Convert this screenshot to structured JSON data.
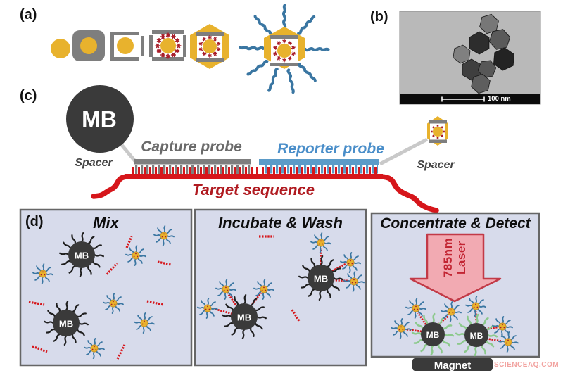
{
  "figure": {
    "panel_a_label": "(a)",
    "panel_b_label": "(b)",
    "panel_c_label": "(c)",
    "panel_d_label": "(d)"
  },
  "labels": {
    "mb": "MB",
    "spacer_left": "Spacer",
    "spacer_right": "Spacer",
    "capture_probe": "Capture probe",
    "reporter_probe": "Reporter probe",
    "target_sequence": "Target sequence",
    "scale_bar": "100 nm",
    "magnet": "Magnet"
  },
  "steps": [
    {
      "title": "Mix"
    },
    {
      "title": "Incubate & Wash"
    },
    {
      "title": "Concentrate & Detect"
    }
  ],
  "laser": {
    "line1": "785nm",
    "line2": "Laser"
  },
  "watermark": "SCIENCEAQ.COM",
  "icons": {
    "gold-core-icon": "solid gold circle",
    "silver-shell-icon": "gray rounded-square shell around gold core",
    "etched-shell-icon": "open gray square frame around gold core",
    "raman-reporter-icon": "ring of dark-red asterisks",
    "gold-cage-icon": "gold hexagon over framed square with reporter ring",
    "dna-nanorattle-icon": "gold hexagon cage with blue wavy DNA strands",
    "gold-nanostar-icon": "gold dot with blue wavy arms",
    "magnetic-bead-icon": "dark circle with squiggle strands",
    "target-strand-icon": "short red zigzag strand",
    "laser-arrow-icon": "downward pink block arrow",
    "magnet-icon": "dark rounded bar",
    "tem-micrograph": "grayscale image of hexagonal nanoparticles"
  },
  "colors": {
    "gold": "#E8B22D",
    "shellgray": "#7E7E7E",
    "starred": "#A81C28",
    "armblue": "#3A76A2",
    "probeblue": "#5B9BC8",
    "probetext": "#4A8EC9",
    "targetred": "#D6161B",
    "targettext": "#B01A20",
    "dark": "#3A3A3A",
    "boxfill": "#D7DBEB",
    "boxborder": "#666666",
    "arrowfill": "#F2AAB2",
    "arrowborder": "#C23A47",
    "lasertext": "#C22533",
    "green": "#8CC98C",
    "spacerline": "#C9C9C9",
    "tembg": "#B9B9B9",
    "watermark": "#F2A3A0",
    "labelgray": "#6A6A6A",
    "spacertext": "#444444"
  }
}
